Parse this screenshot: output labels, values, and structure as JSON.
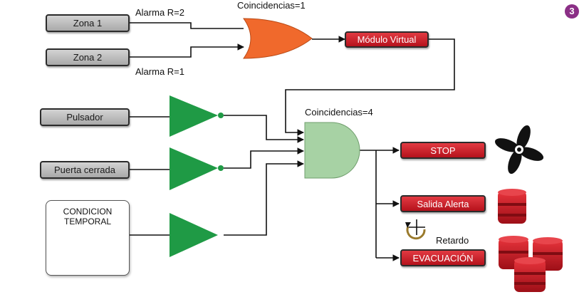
{
  "badge": "3",
  "inputs": {
    "zona1": "Zona 1",
    "zona2": "Zona 2",
    "pulsador": "Pulsador",
    "puerta": "Puerta cerrada",
    "condicion_line1": "CONDICION",
    "condicion_line2": "TEMPORAL"
  },
  "labels": {
    "alarma_top": "Alarma R=2",
    "alarma_bottom": "Alarma R=1",
    "coincidencias_or": "Coincidencias=1",
    "coincidencias_and": "Coincidencias=4",
    "retardo": "Retardo"
  },
  "outputs": {
    "modulo": "Módulo Virtual",
    "stop": "STOP",
    "alerta": "Salida Alerta",
    "evacuacion": "EVACUACIÓN"
  },
  "colors": {
    "or_gate": "#f0692c",
    "buffer": "#1f9a45",
    "and_gate": "#a7d2a4",
    "output_red": "#c8202a",
    "input_gray": "#bdbdbd",
    "badge": "#8b2f86"
  },
  "icons": [
    "fan-icon",
    "siren-icon",
    "timer-icon",
    "calendar-icon"
  ]
}
